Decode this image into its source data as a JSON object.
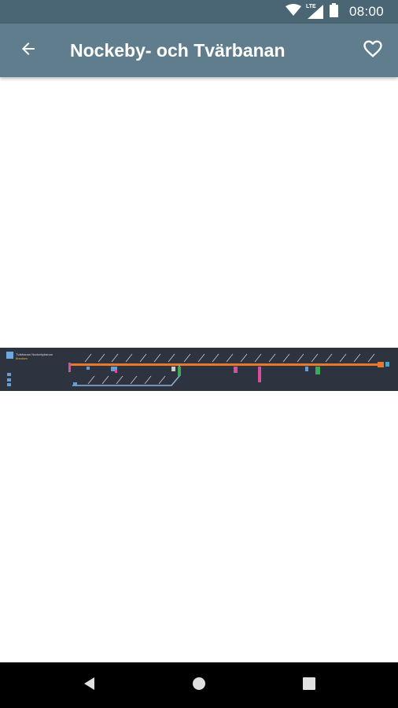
{
  "status_bar": {
    "time": "08:00",
    "network_label": "LTE",
    "icons": [
      "wifi-icon",
      "cell-signal-icon",
      "battery-icon"
    ]
  },
  "app_bar": {
    "title": "Nockeby- och Tvärbanan",
    "back_icon": "arrow-left-icon",
    "favorite_icon": "heart-outline-icon"
  },
  "map": {
    "header_text": "Tvärbanan Nockebybanan",
    "subheader_text": "Brandsen",
    "line_colors": {
      "main_line": "#e8782a",
      "branch_line": "#8fb3d9",
      "background": "#2e3340"
    }
  },
  "nav_bar": {
    "icons": [
      "back-triangle-icon",
      "home-circle-icon",
      "recents-square-icon"
    ]
  },
  "colors": {
    "status_bar": "#4a6573",
    "app_bar": "#5f7d8c",
    "nav_bar": "#000000"
  }
}
